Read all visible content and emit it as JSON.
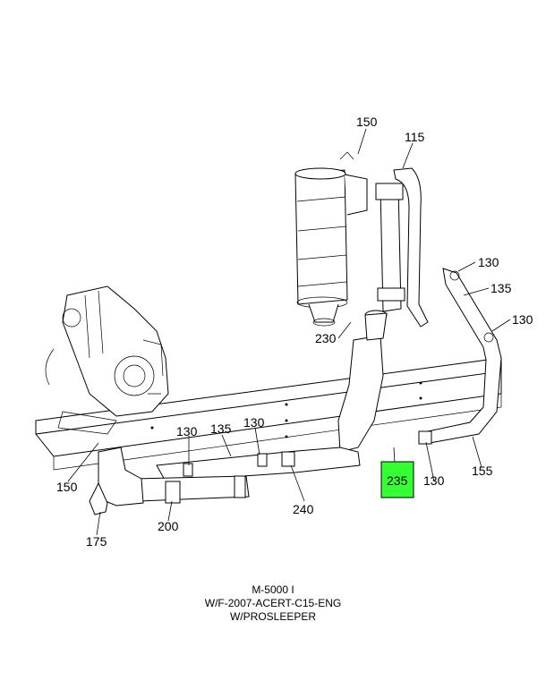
{
  "callouts": [
    {
      "id": "c150a",
      "text": "150"
    },
    {
      "id": "c115",
      "text": "115"
    },
    {
      "id": "c130a",
      "text": "130"
    },
    {
      "id": "c135a",
      "text": "135"
    },
    {
      "id": "c130b",
      "text": "130"
    },
    {
      "id": "c230",
      "text": "230"
    },
    {
      "id": "c130c",
      "text": "130"
    },
    {
      "id": "c135b",
      "text": "135"
    },
    {
      "id": "c130d",
      "text": "130"
    },
    {
      "id": "c150b",
      "text": "150"
    },
    {
      "id": "c235",
      "text": "235"
    },
    {
      "id": "c130e",
      "text": "130"
    },
    {
      "id": "c155",
      "text": "155"
    },
    {
      "id": "c240",
      "text": "240"
    },
    {
      "id": "c200",
      "text": "200"
    },
    {
      "id": "c175",
      "text": "175"
    }
  ],
  "highlight": {
    "text": "235",
    "color": "#33ff33"
  },
  "caption": {
    "line1": "M-5000 I",
    "line2": "W/F-2007-ACERT-C15-ENG",
    "line3": "W/PROSLEEPER"
  }
}
